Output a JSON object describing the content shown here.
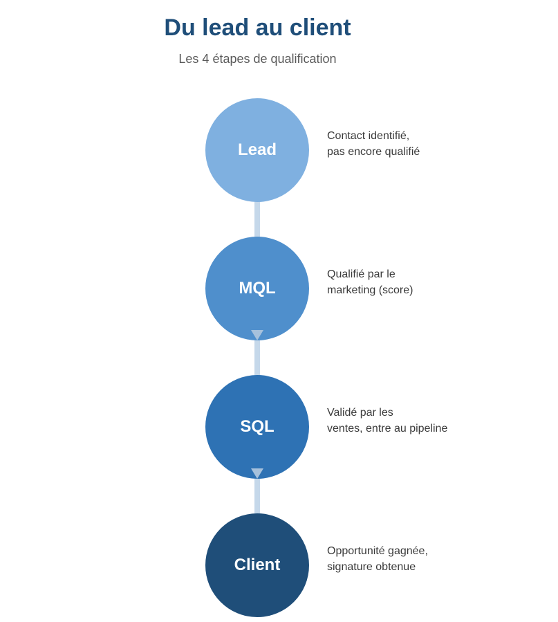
{
  "title": "Du lead au client",
  "subtitle": "Les 4 étapes de qualification",
  "colors": {
    "title": "#1f4e79",
    "connector": "#c5d8ea",
    "arrow": "#a6c1dc"
  },
  "stages": [
    {
      "label": "Lead",
      "color": "#7fb0e0",
      "description": [
        "Contact identifié,",
        "pas encore qualifié"
      ]
    },
    {
      "label": "MQL",
      "color": "#4f8fcc",
      "description": [
        "Qualifié par le",
        "marketing (score)"
      ]
    },
    {
      "label": "SQL",
      "color": "#2e72b4",
      "description": [
        "Validé par les",
        "ventes, entre au pipeline"
      ]
    },
    {
      "label": "Client",
      "color": "#1f4e79",
      "description": [
        "Opportunité gagnée,",
        "signature obtenue"
      ]
    }
  ]
}
